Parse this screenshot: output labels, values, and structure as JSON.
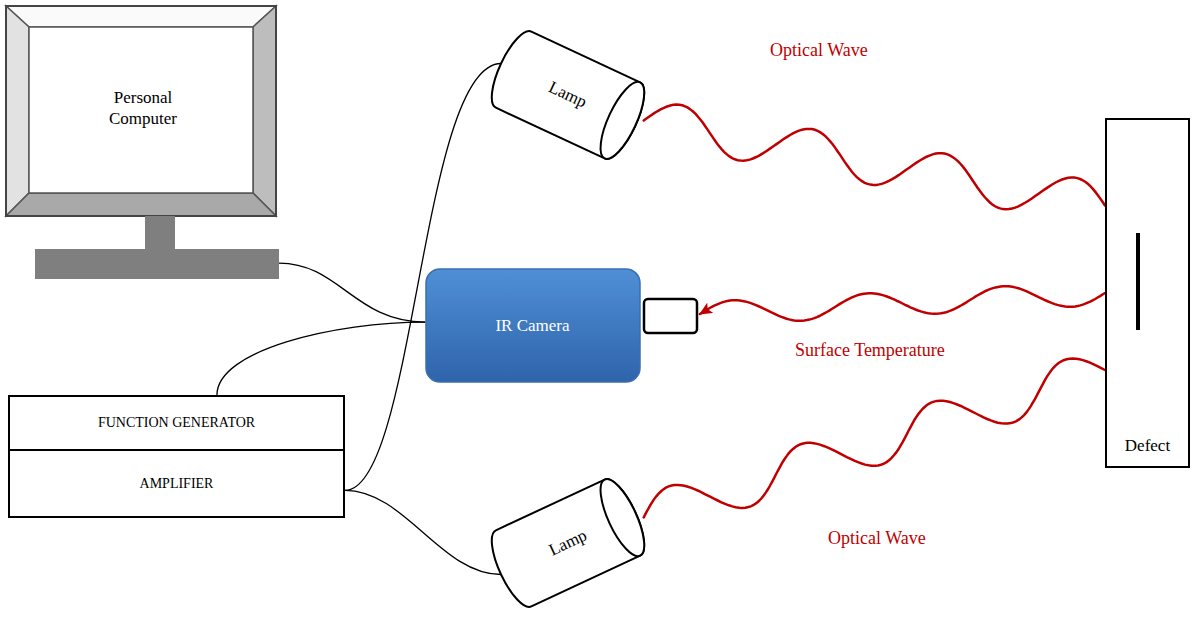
{
  "diagram": {
    "nodes": [
      {
        "text": [
          "Personal Computer"
        ]
      },
      {
        "text": [
          "Lamp"
        ]
      },
      {
        "text": [
          "IR Camera"
        ]
      },
      {
        "text": [
          "Defect"
        ]
      },
      {
        "text": [
          "FUNCTION GENERATOR"
        ]
      },
      {
        "text": [
          "AMPLIFIER"
        ]
      },
      {
        "text": [
          "Lamp"
        ]
      }
    ],
    "edges": [
      {
        "from": 0,
        "to": 2,
        "arrow": "none"
      },
      {
        "from": 4,
        "to": 2,
        "arrow": "none"
      },
      {
        "from": 5,
        "to": 1,
        "arrow": "none"
      },
      {
        "from": 5,
        "to": 6,
        "arrow": "none"
      },
      {
        "from": 1,
        "to": 3,
        "label": "Optical Wave",
        "arrow": "none"
      },
      {
        "from": 3,
        "to": 2,
        "label": "Surface Temperature",
        "arrow": "to"
      },
      {
        "from": 6,
        "to": 3,
        "label": "Optical Wave",
        "arrow": "none"
      }
    ]
  }
}
